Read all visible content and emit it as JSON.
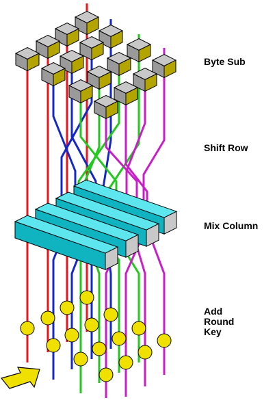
{
  "stages": {
    "byte_sub": "Byte Sub",
    "shift_row": "Shift Row",
    "mix_column": "Mix Column",
    "add_round_key": "Add\nRound\nKey"
  },
  "colors": {
    "red": "#e8141e",
    "blue": "#1428c8",
    "green": "#22c81e",
    "magenta": "#c81ec8",
    "sbox_top": "#c8c8c8",
    "sbox_left": "#9a9a9a",
    "sbox_right": "#b4a400",
    "mix_front": "#0fb4c0",
    "mix_top": "#5ee6ee",
    "key_fill": "#f0e000",
    "arrow_fill": "#f0e000"
  },
  "icons": {
    "sbox": "gray-cube-icon",
    "key_node": "yellow-circle-icon",
    "input_arrow": "yellow-arrow-icon"
  }
}
